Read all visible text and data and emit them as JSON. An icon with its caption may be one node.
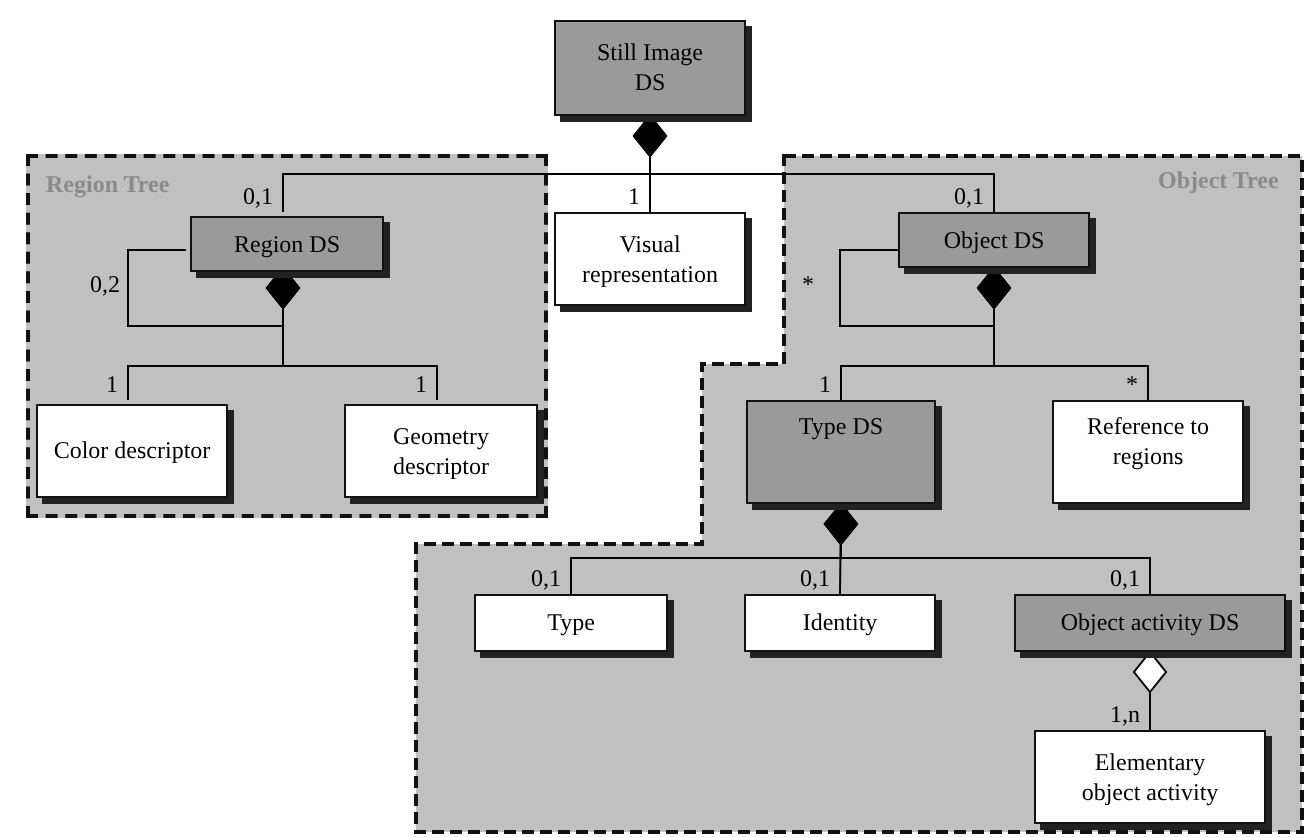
{
  "diagram": {
    "nodes": [
      {
        "text": [
          "Still Image DS"
        ]
      },
      {
        "text": [
          "Region Tree"
        ]
      },
      {
        "text": [
          "Region DS"
        ],
        "in": 1
      },
      {
        "text": [
          "Color descriptor"
        ],
        "in": 1
      },
      {
        "text": [
          "Geometry descriptor"
        ],
        "in": 1
      },
      {
        "text": [
          "Visual representation"
        ]
      },
      {
        "text": [
          "Object Tree"
        ]
      },
      {
        "text": [
          "Object DS"
        ],
        "in": 6
      },
      {
        "text": [
          "Type DS"
        ],
        "in": 6
      },
      {
        "text": [
          "Reference to regions"
        ],
        "in": 6
      },
      {
        "text": [
          "Type"
        ],
        "in": 6
      },
      {
        "text": [
          "Identity"
        ],
        "in": 6
      },
      {
        "text": [
          "Object activity DS"
        ],
        "in": 6
      },
      {
        "text": [
          "Elementary object activity"
        ],
        "in": 6
      }
    ],
    "edges": [
      {
        "from": 0,
        "to": 2,
        "arrow": "other",
        "label": "0,1"
      },
      {
        "from": 0,
        "to": 5,
        "arrow": "other",
        "label": "1"
      },
      {
        "from": 0,
        "to": 7,
        "arrow": "other",
        "label": "0,1"
      },
      {
        "from": 2,
        "to": 2,
        "arrow": "other",
        "label": "0,2"
      },
      {
        "from": 2,
        "to": 3,
        "arrow": "other",
        "label": "1"
      },
      {
        "from": 2,
        "to": 4,
        "arrow": "other",
        "label": "1"
      },
      {
        "from": 7,
        "to": 7,
        "arrow": "other",
        "label": "*"
      },
      {
        "from": 7,
        "to": 8,
        "arrow": "other",
        "label": "1"
      },
      {
        "from": 7,
        "to": 9,
        "arrow": "other",
        "label": "*"
      },
      {
        "from": 8,
        "to": 10,
        "arrow": "other",
        "label": "0,1"
      },
      {
        "from": 8,
        "to": 11,
        "arrow": "other",
        "label": "0,1"
      },
      {
        "from": 8,
        "to": 12,
        "arrow": "other",
        "label": "0,1"
      },
      {
        "from": 12,
        "to": 13,
        "arrow": "other",
        "label": "1,n"
      }
    ]
  }
}
